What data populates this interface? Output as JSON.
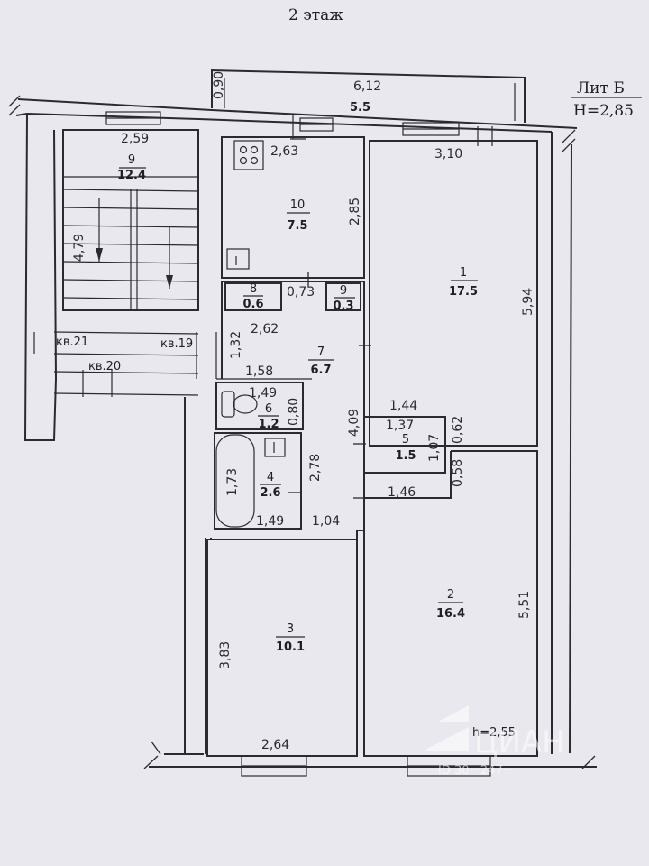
{
  "header": {
    "floor": "2 этаж",
    "lit": "Лит Б",
    "height": "Н=2,85"
  },
  "balcony": {
    "dim": "6,12",
    "side": "0,90",
    "area": "5.5"
  },
  "rooms": [
    {
      "id": "room-9",
      "num": "9",
      "area": "12.4"
    },
    {
      "id": "room-10",
      "num": "10",
      "area": "7.5"
    },
    {
      "id": "room-1",
      "num": "1",
      "area": "17.5"
    },
    {
      "id": "room-8",
      "num": "8",
      "area": "0.6"
    },
    {
      "id": "room-9b",
      "num": "9",
      "area": "0,3"
    },
    {
      "id": "room-7",
      "num": "7",
      "area": "6.7"
    },
    {
      "id": "room-6",
      "num": "6",
      "area": "1.2"
    },
    {
      "id": "room-5",
      "num": "5",
      "area": "1.5"
    },
    {
      "id": "room-4",
      "num": "4",
      "area": "2.6"
    },
    {
      "id": "room-3",
      "num": "3",
      "area": "10.1"
    },
    {
      "id": "room-2",
      "num": "2",
      "area": "16.4"
    }
  ],
  "dims": [
    "2,59",
    "4,79",
    "2,63",
    "2,85",
    "3,10",
    "5,94",
    "0,73",
    "2,62",
    "1,32",
    "1,58",
    "1,49",
    "0,80",
    "4,09",
    "1,44",
    "1,37",
    "0,62",
    "1,07",
    "0,58",
    "1,46",
    "2,78",
    "1,73",
    "1,49",
    "1,04",
    "3,83",
    "2,64",
    "5,51"
  ],
  "apartments": {
    "kv21": "кв.21",
    "kv19": "кв.19",
    "kv20": "кв.20"
  },
  "ceiling": "h=2,55",
  "watermark": {
    "brand": "ЦИАН",
    "id": "ID 30···247···"
  }
}
